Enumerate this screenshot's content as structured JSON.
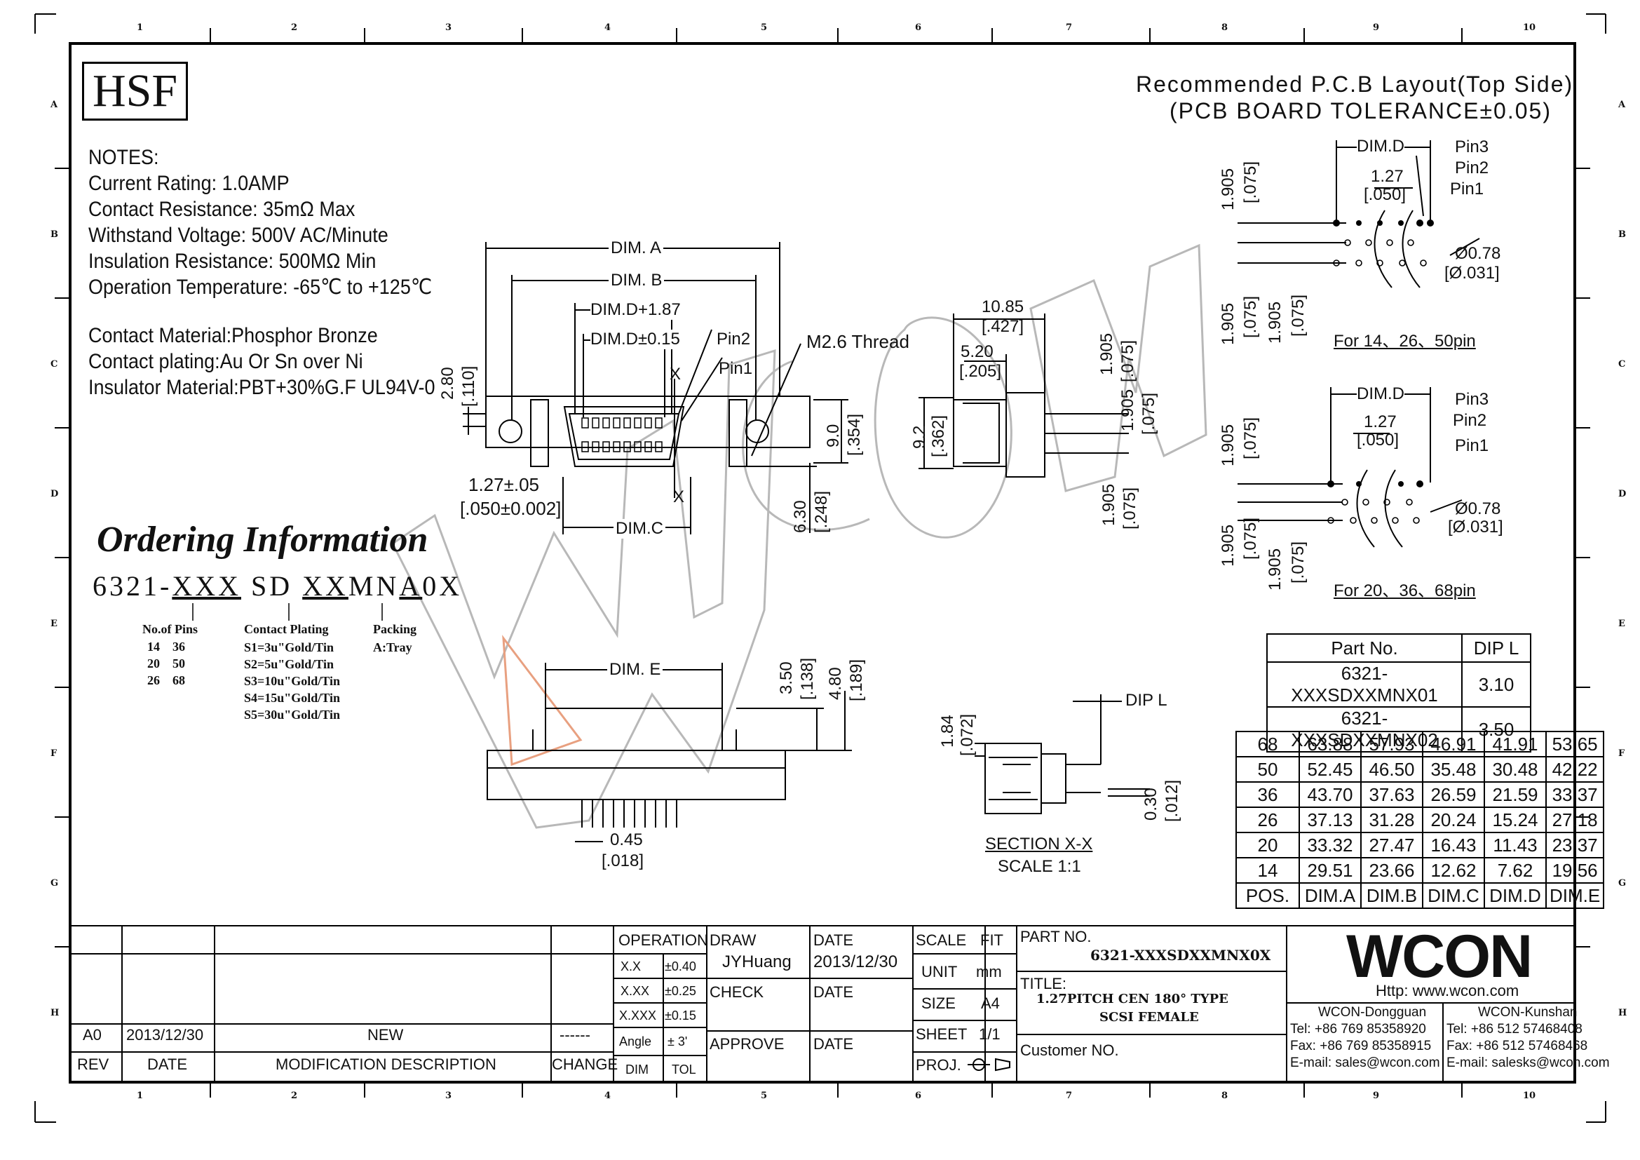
{
  "zones": {
    "top": [
      "1",
      "2",
      "3",
      "4",
      "5",
      "6",
      "7",
      "8",
      "9",
      "10"
    ],
    "side": [
      "A",
      "B",
      "C",
      "D",
      "E",
      "F",
      "G",
      "H"
    ]
  },
  "logo_box": "HSF",
  "notes": [
    "NOTES:",
    "Current Rating: 1.0AMP",
    "Contact Resistance: 35mΩ Max",
    "Withstand Voltage: 500V AC/Minute",
    "Insulation Resistance: 500MΩ Min",
    "Operation Temperature: -65℃ to +125℃",
    "",
    "Contact Material:Phosphor Bronze",
    "Contact plating:Au Or Sn over Ni",
    "Insulator Material:PBT+30%G.F UL94V-0"
  ],
  "pcb_title": [
    "Recommended P.C.B Layout(Top Side)",
    "(PCB BOARD TOLERANCE±0.05)"
  ],
  "front_view": {
    "dim_a": "DIM. A",
    "dim_b": "DIM. B",
    "dim_d_plus": "DIM.D+1.87",
    "dim_d_tol": "DIM.D±0.15",
    "pin2": "Pin2",
    "pin1": "Pin1",
    "thread": "M2.6 Thread",
    "x_top": "X",
    "x_bottom": "X",
    "h280": "2.80",
    "h110": "[.110]",
    "pitch": "1.27±.05",
    "pitch_in": "[.050±0.002]",
    "dim_c": "DIM.C",
    "h90": "9.0",
    "h354": "[.354]",
    "h630": "6.30",
    "h248": "[.248]"
  },
  "side_view": {
    "w1085": "10.85",
    "w427": "[.427]",
    "w520": "5.20",
    "w205": "[.205]",
    "h92": "9.2",
    "h362": "[.362]",
    "p1905a": "1.905",
    "p075a": "[.075]",
    "p1905b": "1.905",
    "p075b": "[.075]",
    "p1905c": "1.905",
    "p075c": "[.075]"
  },
  "pcb_layout_1": {
    "dim_d": "DIM.D",
    "pin3": "Pin3",
    "pin2": "Pin2",
    "pin1": "Pin1",
    "pitch": "1.27",
    "pitch_in": "[.050]",
    "hole": "Ø0.78",
    "hole_in": "[Ø.031]",
    "v1": "1.905",
    "v1_in": "[.075]",
    "v2": "1.905",
    "v2_in": "[.075]",
    "v3": "1.905",
    "v3_in": "[.075]",
    "caption": "For 14、26、50pin"
  },
  "pcb_layout_2": {
    "dim_d": "DIM.D",
    "pin3": "Pin3",
    "pin2": "Pin2",
    "pin1": "Pin1",
    "pitch": "1.27",
    "pitch_in": "[.050]",
    "hole": "Ø0.78",
    "hole_in": "[Ø.031]",
    "v1": "1.905",
    "v1_in": "[.075]",
    "v2": "1.905",
    "v2_in": "[.075]",
    "v3": "1.905",
    "v3_in": "[.075]",
    "caption": "For 20、36、68pin"
  },
  "ordering": {
    "title": "Ordering Information",
    "prefix": "6321-",
    "code_xxx": "XXX",
    "code_sd": "SD",
    "code_xx": "XX",
    "code_mn": "MN",
    "code_a": "A",
    "code_0x": "0X",
    "pins_head": "No.of Pins",
    "pins": [
      [
        "14",
        "36"
      ],
      [
        "20",
        "50"
      ],
      [
        "26",
        "68"
      ]
    ],
    "plating_head": "Contact Plating",
    "plating": [
      "S1=3u\"Gold/Tin",
      "S2=5u\"Gold/Tin",
      "S3=10u\"Gold/Tin",
      "S4=15u\"Gold/Tin",
      "S5=30u\"Gold/Tin"
    ],
    "packing_head": "Packing",
    "packing": "A:Tray"
  },
  "bottom_view": {
    "dim_e": "DIM. E",
    "h350": "3.50",
    "h138": "[.138]",
    "h480": "4.80",
    "h189": "[.189]",
    "w045": "0.45",
    "w018": "[.018]"
  },
  "section_view": {
    "h184": "1.84",
    "h072": "[.072]",
    "dip_l": "DIP L",
    "h030": "0.30",
    "h012": "[.012]",
    "title": "SECTION X-X",
    "scale": "SCALE 1:1"
  },
  "part_table": {
    "headers": [
      "Part No.",
      "DIP L"
    ],
    "rows": [
      [
        "6321-XXXSDXXMNX01",
        "3.10"
      ],
      [
        "6321-XXXSDXXMNX02",
        "3.50"
      ]
    ]
  },
  "dim_table": {
    "rows": [
      [
        "68",
        "63.88",
        "57.93",
        "46.91",
        "41.91",
        "53.65"
      ],
      [
        "50",
        "52.45",
        "46.50",
        "35.48",
        "30.48",
        "42.22"
      ],
      [
        "36",
        "43.70",
        "37.63",
        "26.59",
        "21.59",
        "33.37"
      ],
      [
        "26",
        "37.13",
        "31.28",
        "20.24",
        "15.24",
        "27.18"
      ],
      [
        "20",
        "33.32",
        "27.47",
        "16.43",
        "11.43",
        "23.37"
      ],
      [
        "14",
        "29.51",
        "23.66",
        "12.62",
        "7.62",
        "19.56"
      ]
    ],
    "header": [
      "POS.",
      "DIM.A",
      "DIM.B",
      "DIM.C",
      "DIM.D",
      "DIM.E"
    ]
  },
  "title_block": {
    "rev_code": "A0",
    "rev_date": "2013/12/30",
    "rev_desc": "NEW",
    "rev_change": "------",
    "h_rev": "REV",
    "h_date": "DATE",
    "h_desc": "MODIFICATION DESCRIPTION",
    "h_change": "CHANGE",
    "operation": "OPERATION",
    "tol": [
      [
        "X.X",
        "±0.40"
      ],
      [
        "X.XX",
        "±0.25"
      ],
      [
        "X.XXX",
        "±0.15"
      ],
      [
        "Angle",
        "± 3'"
      ]
    ],
    "dim": "DIM",
    "tolh": "TOL",
    "draw": "DRAW",
    "drawer": "JYHuang",
    "date1": "DATE",
    "date1_val": "2013/12/30",
    "check": "CHECK",
    "date2": "DATE",
    "approve": "APPROVE",
    "date3": "DATE",
    "scale": "SCALE",
    "scale_val": "FIT",
    "unit": "UNIT",
    "unit_val": "mm",
    "size": "SIZE",
    "size_val": "A4",
    "sheet": "SHEET",
    "sheet_val": "1/1",
    "proj": "PROJ.",
    "part_no_label": "PART NO.",
    "part_no": "6321-XXXSDXXMNX0X",
    "title_label": "TITLE:",
    "title1": "1.27PITCH CEN 180°  TYPE",
    "title2": "SCSI FEMALE",
    "customer": "Customer NO.",
    "company": "WCON",
    "http": "Http: www.wcon.com",
    "dg_name": "WCON-Dongguan",
    "dg_tel": "Tel: +86 769 85358920",
    "dg_fax": "Fax: +86 769 85358915",
    "dg_mail": "E-mail: sales@wcon.com",
    "ks_name": "WCON-Kunshan",
    "ks_tel": "Tel: +86 512 57468408",
    "ks_fax": "Fax: +86 512 57468468",
    "ks_mail": "E-mail: salesks@wcon.com"
  },
  "watermark": "WCON"
}
